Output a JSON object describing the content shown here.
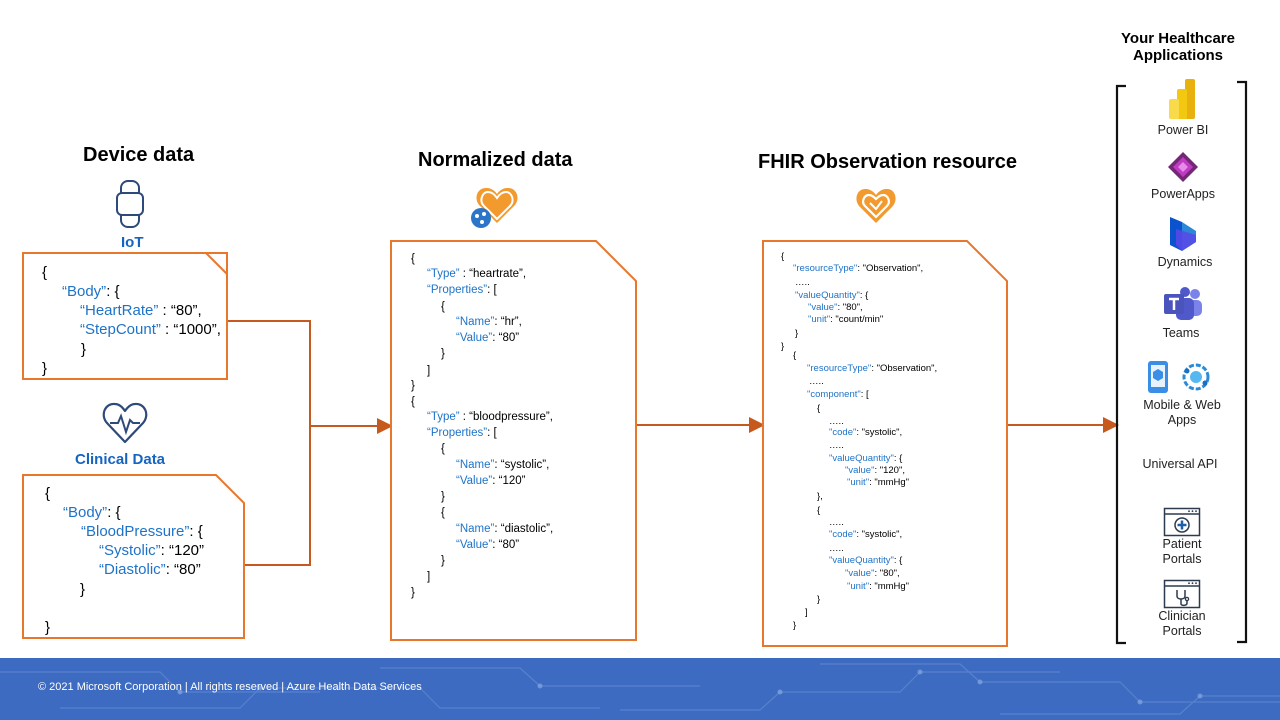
{
  "headings": {
    "device": "Device data",
    "normalized": "Normalized data",
    "fhir": "FHIR Observation resource",
    "apps": "Your Healthcare Applications"
  },
  "labels": {
    "iot": "IoT",
    "clinical": "Clinical Data"
  },
  "iot_code": [
    {
      "p": "{"
    },
    {
      "k": "“Body”",
      "t": ": {"
    },
    {
      "k": "“HeartRate”",
      "t": " : “80”,"
    },
    {
      "k": "“StepCount”",
      "t": " : “1000”,"
    },
    {
      "p": "}"
    },
    {
      "p": "}"
    }
  ],
  "clinical_code": [
    {
      "p": "{"
    },
    {
      "k": "“Body”",
      "t": ": {"
    },
    {
      "k": "“BloodPressure”",
      "t": ": {"
    },
    {
      "k": "“Systolic”",
      "t": ": “120”"
    },
    {
      "k": "“Diastolic”",
      "t": ": “80”"
    },
    {
      "p": "}"
    },
    {
      "p": "}"
    }
  ],
  "normalized_code": [
    {
      "p": "{"
    },
    {
      "k": "“Type”",
      "t": " : “heartrate”,"
    },
    {
      "k": "“Properties”",
      "t": ": ["
    },
    {
      "p": "{"
    },
    {
      "k": "“Name”",
      "t": ": “hr”,"
    },
    {
      "k": "“Value”",
      "t": ": “80”"
    },
    {
      "p": "}"
    },
    {
      "p": "]"
    },
    {
      "p": "}"
    },
    {
      "p": "{"
    },
    {
      "k": "“Type”",
      "t": " : “bloodpressure”,"
    },
    {
      "k": "“Properties”",
      "t": ": ["
    },
    {
      "p": "{"
    },
    {
      "k": "“Name”",
      "t": ": “systolic”,"
    },
    {
      "k": "“Value”",
      "t": ": “120”"
    },
    {
      "p": "}"
    },
    {
      "p": "{"
    },
    {
      "k": "“Name”",
      "t": ": “diastolic”,"
    },
    {
      "k": "“Value”",
      "t": ": “80”"
    },
    {
      "p": "}"
    },
    {
      "p": "]"
    },
    {
      "p": "}"
    }
  ],
  "fhir_code": [
    {
      "p": "{"
    },
    {
      "k": "\"resourceType\"",
      "t": ": \"Observation\","
    },
    {
      "p": "….."
    },
    {
      "k": "\"valueQuantity\"",
      "t": ": {"
    },
    {
      "k": "\"value\"",
      "t": ": \"80\","
    },
    {
      "k": "\"unit\"",
      "t": ": \"count/min\""
    },
    {
      "p": "}"
    },
    {
      "p": "}"
    },
    {
      "p": "{"
    },
    {
      "k": "\"resourceType\"",
      "t": ": \"Observation\","
    },
    {
      "p": "….."
    },
    {
      "k": "\"component\"",
      "t": ": ["
    },
    {
      "p": "{"
    },
    {
      "p": "….."
    },
    {
      "k": "\"code\"",
      "t": ": \"systolic\","
    },
    {
      "p": "….."
    },
    {
      "k": "\"valueQuantity\"",
      "t": ": {"
    },
    {
      "k": "\"value\"",
      "t": ": \"120\","
    },
    {
      "k": "\"unit\"",
      "t": ": \"mmHg\""
    },
    {
      "p": "},"
    },
    {
      "p": "{"
    },
    {
      "p": "….."
    },
    {
      "k": "\"code\"",
      "t": ": \"systolic\","
    },
    {
      "p": "….."
    },
    {
      "k": "\"valueQuantity\"",
      "t": ": {"
    },
    {
      "k": "\"value\"",
      "t": ": \"80\","
    },
    {
      "k": "\"unit\"",
      "t": ": \"mmHg\""
    },
    {
      "p": "}"
    },
    {
      "p": "]"
    },
    {
      "p": "}"
    }
  ],
  "apps": {
    "power_bi": "Power BI",
    "powerapps": "PowerApps",
    "dynamics": "Dynamics",
    "teams": "Teams",
    "mobile_web": "Mobile & Web Apps",
    "universal_api": "Universal API",
    "patient_portals": "Patient Portals",
    "clinician_portals": "Clinician Portals"
  },
  "footer": "© 2021 Microsoft Corporation  |  All rights reserved  |  Azure Health Data Services",
  "colors": {
    "accent_orange": "#e8772e",
    "arrow_orange": "#c65a1e",
    "key_blue": "#1e73c8",
    "footer_blue": "#3d6bc1"
  }
}
